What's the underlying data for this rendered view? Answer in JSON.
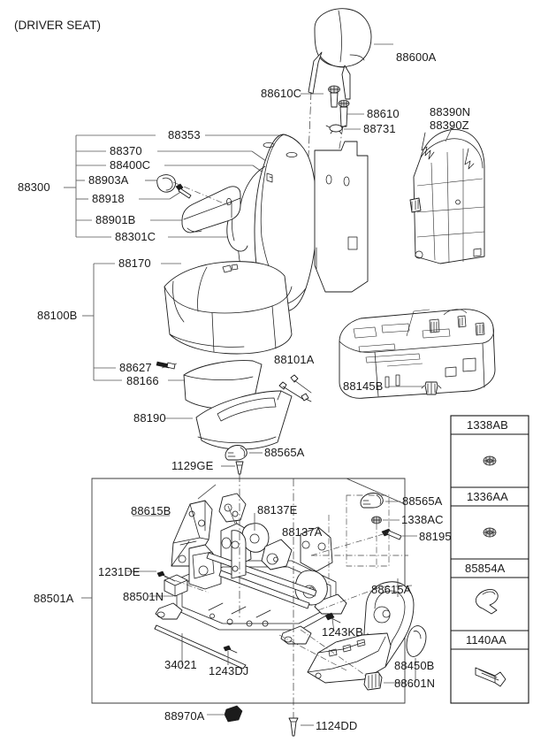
{
  "diagram": {
    "title": "(DRIVER SEAT)",
    "type": "automotive-parts-exploded-diagram",
    "subject": "Front driver seat assembly"
  },
  "labels": {
    "headrest": "88600A",
    "headrest_guide_blank": "88610C",
    "headrest_guide": "88610",
    "headrest_bushing": "88731",
    "back_panel_1": "88390N",
    "back_panel_2": "88390Z",
    "back_assembly": "88300",
    "back_cover": "88353",
    "back_pad": "88370",
    "back_frame": "88400C",
    "recliner_knob": "88903A",
    "armrest_bolt": "88918",
    "armrest": "88901B",
    "back_side_cover": "88301C",
    "cushion_assembly": "88100B",
    "cushion_cover": "88170",
    "cushion_clip": "88627",
    "cushion_pad": "88166",
    "cushion_heater": "88190",
    "cushion_frame": "88101A",
    "frame_clip": "88145B",
    "track_assembly": "88501A",
    "track_cover_in": "88615B",
    "track_cover_out": "88615A",
    "height_link_e": "88137E",
    "height_link_a": "88137A",
    "track_bolt_n": "88501N",
    "screw_1231DE": "1231DE",
    "screw_1129GE": "1129GE",
    "clip_88565A_top": "88565A",
    "clip_88565A_mid": "88565A",
    "nut_1338AC": "1338AC",
    "bolt_88195": "88195",
    "rod_34021": "34021",
    "screw_1243DJ": "1243DJ",
    "screw_1243KB": "1243KB",
    "knob_88450B": "88450B",
    "cap_88601N": "88601N",
    "clip_88970A": "88970A",
    "bolt_1124DD": "1124DD"
  },
  "legend": {
    "rows": [
      {
        "code": "1338AB",
        "icon": "flange-nut-icon"
      },
      {
        "code": "1336AA",
        "icon": "flange-nut-icon"
      },
      {
        "code": "85854A",
        "icon": "wire-clip-icon"
      },
      {
        "code": "1140AA",
        "icon": "flange-bolt-icon"
      }
    ]
  },
  "colors": {
    "line": "#555555",
    "art": "#1b1b1b",
    "text": "#1a1a1a",
    "background": "#ffffff"
  }
}
